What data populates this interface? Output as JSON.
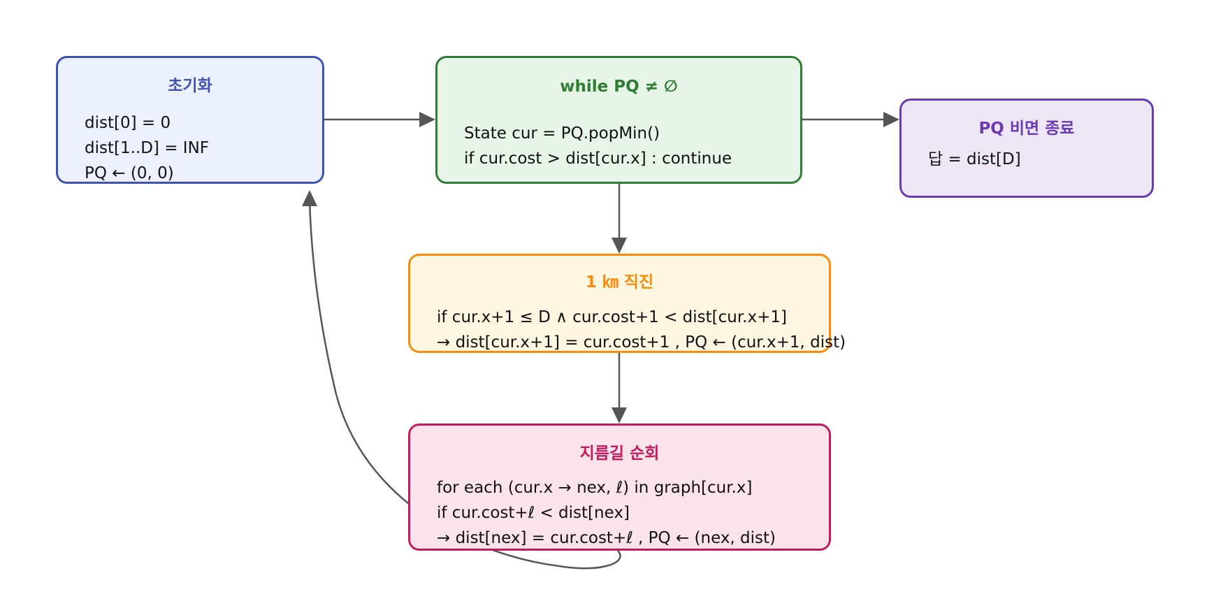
{
  "colors": {
    "edge": "#555555",
    "init": {
      "fill": "#ecf1fd",
      "stroke": "#3e51b5"
    },
    "loop": {
      "fill": "#e7f5e8",
      "stroke": "#2e7d32"
    },
    "end": {
      "fill": "#ede7f5",
      "stroke": "#6a3bb4"
    },
    "straight": {
      "fill": "#fef6e0",
      "stroke": "#fa8c0b"
    },
    "shortcut": {
      "fill": "#fbe3ec",
      "stroke": "#c31c5c"
    }
  },
  "nodes": {
    "init": {
      "title": "초기화",
      "lines": [
        "dist[0] = 0",
        "dist[1..D] = INF",
        "PQ ← (0, 0)"
      ]
    },
    "loop": {
      "title": "while PQ ≠ ∅",
      "lines": [
        "State cur = PQ.popMin()",
        "if cur.cost > dist[cur.x] : continue"
      ]
    },
    "end": {
      "title": "PQ 비면 종료",
      "lines": [
        "답 = dist[D]"
      ]
    },
    "straight": {
      "title": "1 ㎞ 직진",
      "lines": [
        "if cur.x+1 ≤ D ∧ cur.cost+1 < dist[cur.x+1]",
        "→ dist[cur.x+1] = cur.cost+1 , PQ ← (cur.x+1, dist)"
      ]
    },
    "shortcut": {
      "title": "지름길 순회",
      "lines": [
        "for each (cur.x → nex, ℓ) in graph[cur.x]",
        "if cur.cost+ℓ < dist[nex]",
        "→ dist[nex] = cur.cost+ℓ , PQ ← (nex, dist)"
      ]
    }
  }
}
